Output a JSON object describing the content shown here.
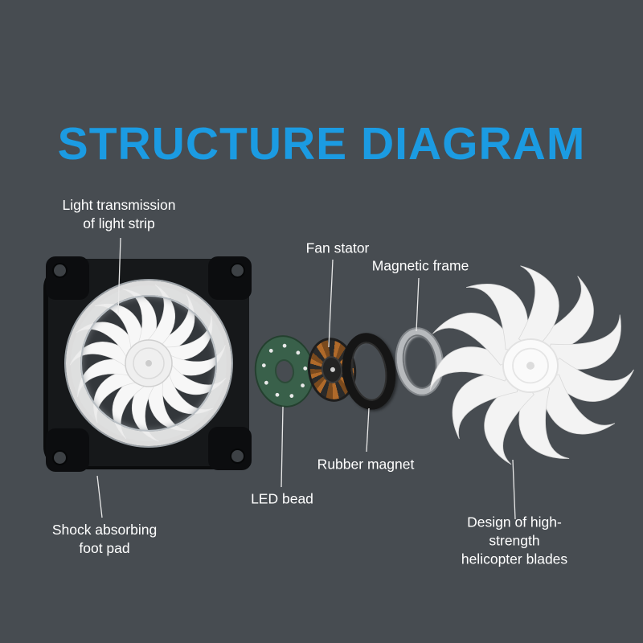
{
  "page": {
    "title": "STRUCTURE DIAGRAM"
  },
  "colors": {
    "background": "#474c51",
    "title_blue": "#1b9be2",
    "label_white": "#ffffff",
    "leader_line": "#e8e8e8",
    "pcb_green": "#39604a",
    "coil_copper": "#b06a2a",
    "blade_white": "#f3f3f3",
    "frame_black": "#16181a"
  },
  "labels": {
    "light_strip": "Light transmission\nof light strip",
    "fan_stator": "Fan stator",
    "magnetic_frame": "Magnetic frame",
    "rubber_magnet": "Rubber magnet",
    "led_bead": "LED bead",
    "foot_pad": "Shock absorbing\nfoot pad",
    "helicopter_blades": "Design of high-strength\nhelicopter blades"
  },
  "parts": [
    "case-fan-assembly",
    "led-pcb-ring",
    "fan-stator-coil",
    "rubber-magnet-ring",
    "magnetic-frame-ring",
    "helicopter-blade-impeller"
  ]
}
